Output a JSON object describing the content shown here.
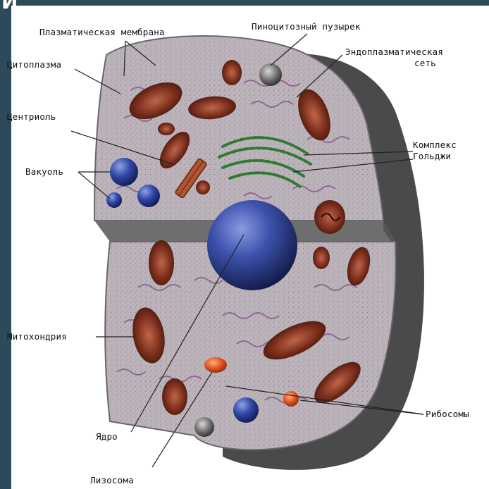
{
  "slide": {
    "title_fragment": "И"
  },
  "labels": {
    "membrane": "Плазматическая мембрана",
    "pinocytic": "Пиноцитозный пузырек",
    "cytoplasm": "Цитоплазма",
    "er_line1": "Эндоплазматическая",
    "er_line2": "сеть",
    "centriole": "Центриоль",
    "golgi_line1": "Комплекс",
    "golgi_line2": "Гольджи",
    "vacuole": "Вакуоль",
    "mitochondria": "Митохондрия",
    "ribosomes": "Рибосомы",
    "nucleus": "Ядро",
    "lysosome": "Лизосома"
  },
  "colors": {
    "background": "#2d4a5a",
    "cell_body": "#b9b3b8",
    "cell_shadow": "#4a4a4a",
    "cut_face": "#6e6e6e",
    "mitochondria": "#7a2e1c",
    "nucleus": "#3b4fa8",
    "vacuole": "#2e44a0",
    "golgi": "#2e7a34",
    "er": "#8a5a8e",
    "lysosome": "#d84a1c"
  }
}
